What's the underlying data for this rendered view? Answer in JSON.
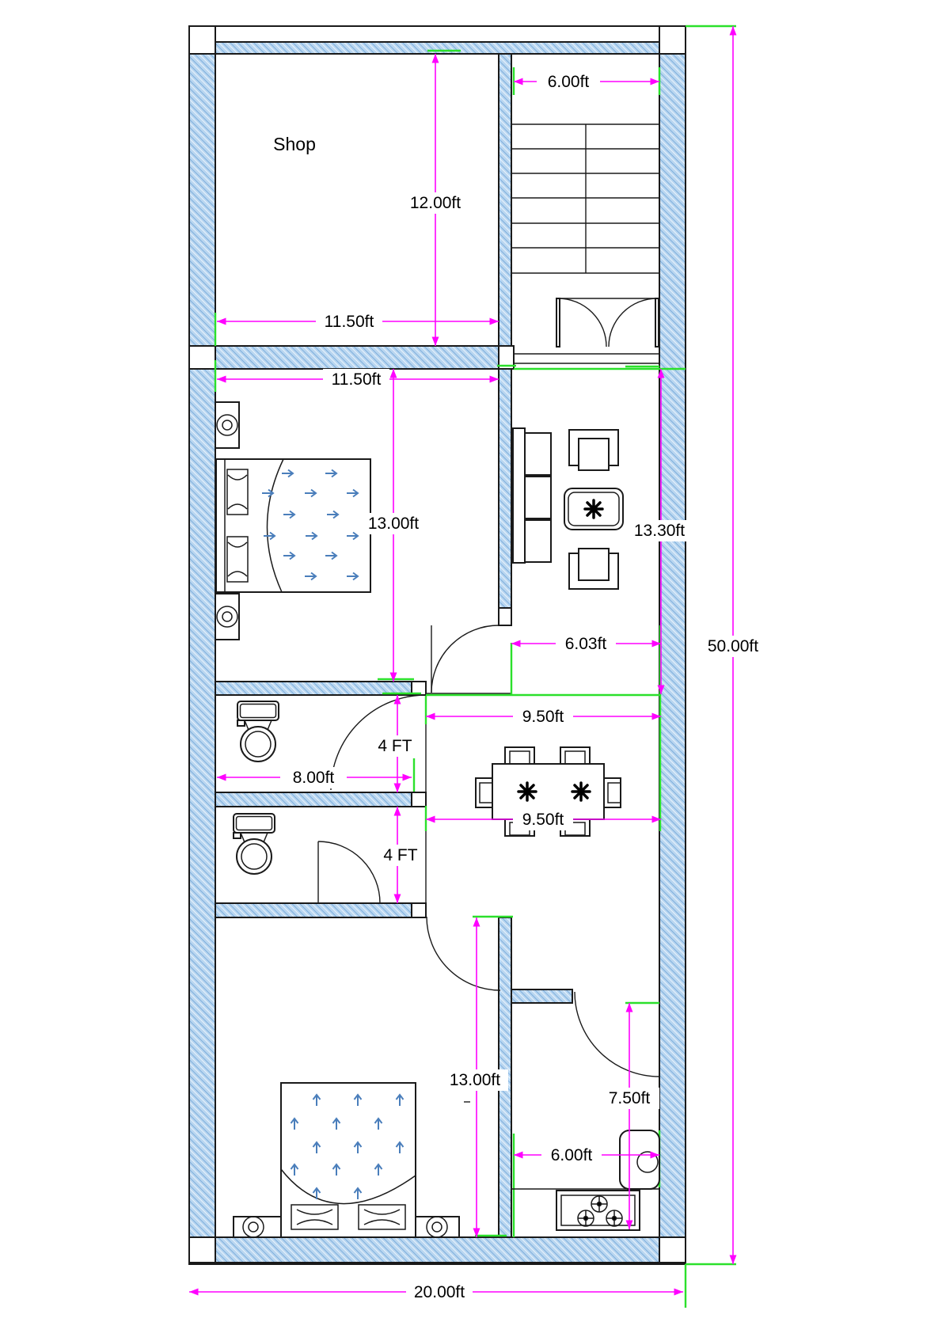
{
  "plan_title": "Shop",
  "rooms": {
    "shop_label": "Shop"
  },
  "dims": {
    "stair_width": "6.00ft",
    "shop_height": "12.00ft",
    "shop_width": "11.50ft",
    "bedroom1_width": "11.50ft",
    "bedroom1_height": "13.00ft",
    "living_height": "13.30ft",
    "living_width": "6.03ft",
    "hall_top_width": "9.50ft",
    "toilet1_height": "4 FT",
    "toilet1_width": "8.00ft",
    "toilet2_height": "4 FT",
    "hall_bottom_width": "9.50ft",
    "bedroom2_height": "13.00ft",
    "kitchen_height": "7.50ft",
    "kitchen_width": "6.00ft",
    "plot_height": "50.00ft",
    "plot_width": "20.00ft"
  },
  "colors": {
    "dimension_line": "#FF00FF",
    "reference_line": "#2BE02B",
    "wall_fill": "#B9D6F0",
    "wall_hatch": "#6FA5D8",
    "furniture_arrow": "#4a7ebb",
    "line": "#1a1a1a"
  }
}
